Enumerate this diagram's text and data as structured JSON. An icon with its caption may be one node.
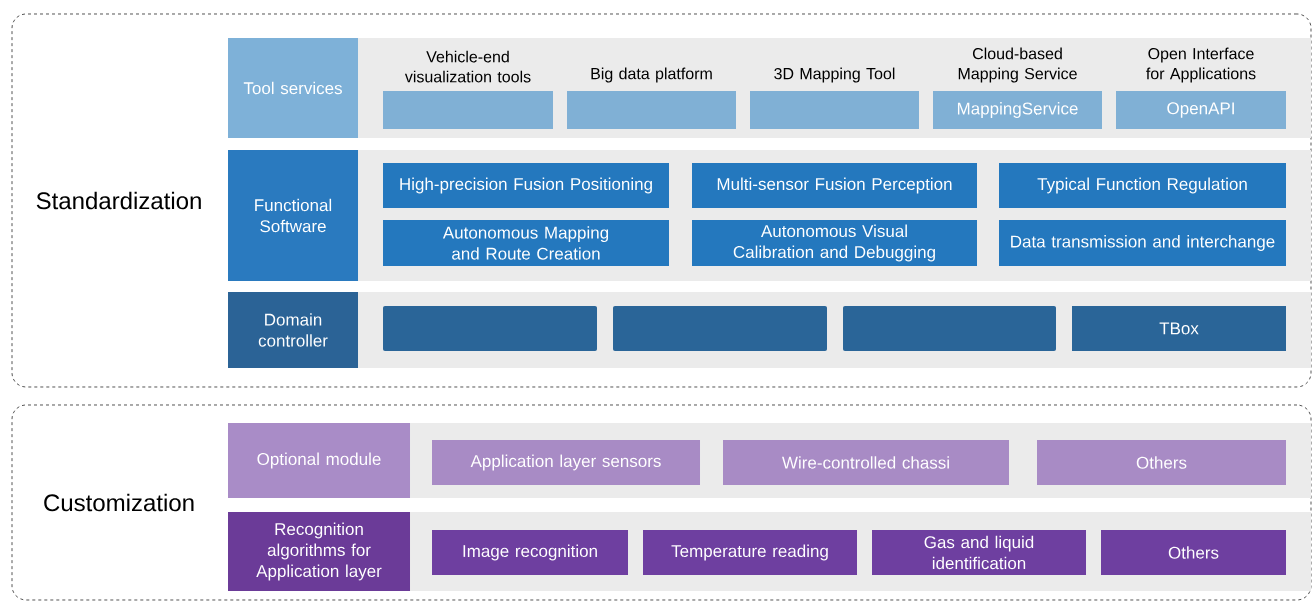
{
  "diagram": {
    "nodes": [
      {
        "text": [
          "Standardization"
        ]
      },
      {
        "text": [],
        "shape": "bar",
        "in": 0
      },
      {
        "text": [
          "Tool services"
        ],
        "in": 0
      },
      {
        "text": [
          "Vehicle-end visualization tools"
        ],
        "in": 1
      },
      {
        "text": [
          "Big data platform"
        ],
        "in": 1
      },
      {
        "text": [
          "3D Mapping Tool"
        ],
        "in": 1
      },
      {
        "text": [
          "Cloud-based Mapping Service",
          "MappingService"
        ],
        "in": 1
      },
      {
        "text": [
          "Open Interface for Applications",
          "OpenAPI"
        ],
        "in": 1
      },
      {
        "text": [],
        "shape": "bar",
        "in": 0
      },
      {
        "text": [
          "Functional Software"
        ],
        "in": 0
      },
      {
        "text": [
          "High-precision Fusion Positioning"
        ],
        "in": 8
      },
      {
        "text": [
          "Multi-sensor Fusion Perception"
        ],
        "in": 8
      },
      {
        "text": [
          "Typical Function Regulation"
        ],
        "in": 8
      },
      {
        "text": [
          "Autonomous Mapping and Route Creation"
        ],
        "in": 8
      },
      {
        "text": [
          "Autonomous Visual Calibration and Debugging"
        ],
        "in": 8
      },
      {
        "text": [
          "Data transmission and interchange"
        ],
        "in": 8
      },
      {
        "text": [],
        "shape": "bar",
        "in": 0
      },
      {
        "text": [
          "Domain controller"
        ],
        "in": 0
      },
      {
        "text": [],
        "shape": "box",
        "in": 16
      },
      {
        "text": [],
        "shape": "box",
        "in": 16
      },
      {
        "text": [],
        "shape": "box",
        "in": 16
      },
      {
        "text": [
          "TBox"
        ],
        "in": 16
      },
      {
        "text": [
          "Customization"
        ]
      },
      {
        "text": [],
        "shape": "bar",
        "in": 22
      },
      {
        "text": [
          "Optional module"
        ],
        "in": 22
      },
      {
        "text": [
          "Application layer sensors"
        ],
        "in": 23
      },
      {
        "text": [
          "Wire-controlled chassi"
        ],
        "in": 23
      },
      {
        "text": [
          "Others"
        ],
        "in": 23
      },
      {
        "text": [],
        "shape": "bar",
        "in": 22
      },
      {
        "text": [
          "Recognition algorithms for Application layer"
        ],
        "in": 22
      },
      {
        "text": [
          "Image recognition"
        ],
        "in": 28
      },
      {
        "text": [
          "Temperature reading"
        ],
        "in": 28
      },
      {
        "text": [
          "Gas and liquid identification"
        ],
        "in": 28
      },
      {
        "text": [
          "Others"
        ],
        "in": 28
      }
    ]
  }
}
